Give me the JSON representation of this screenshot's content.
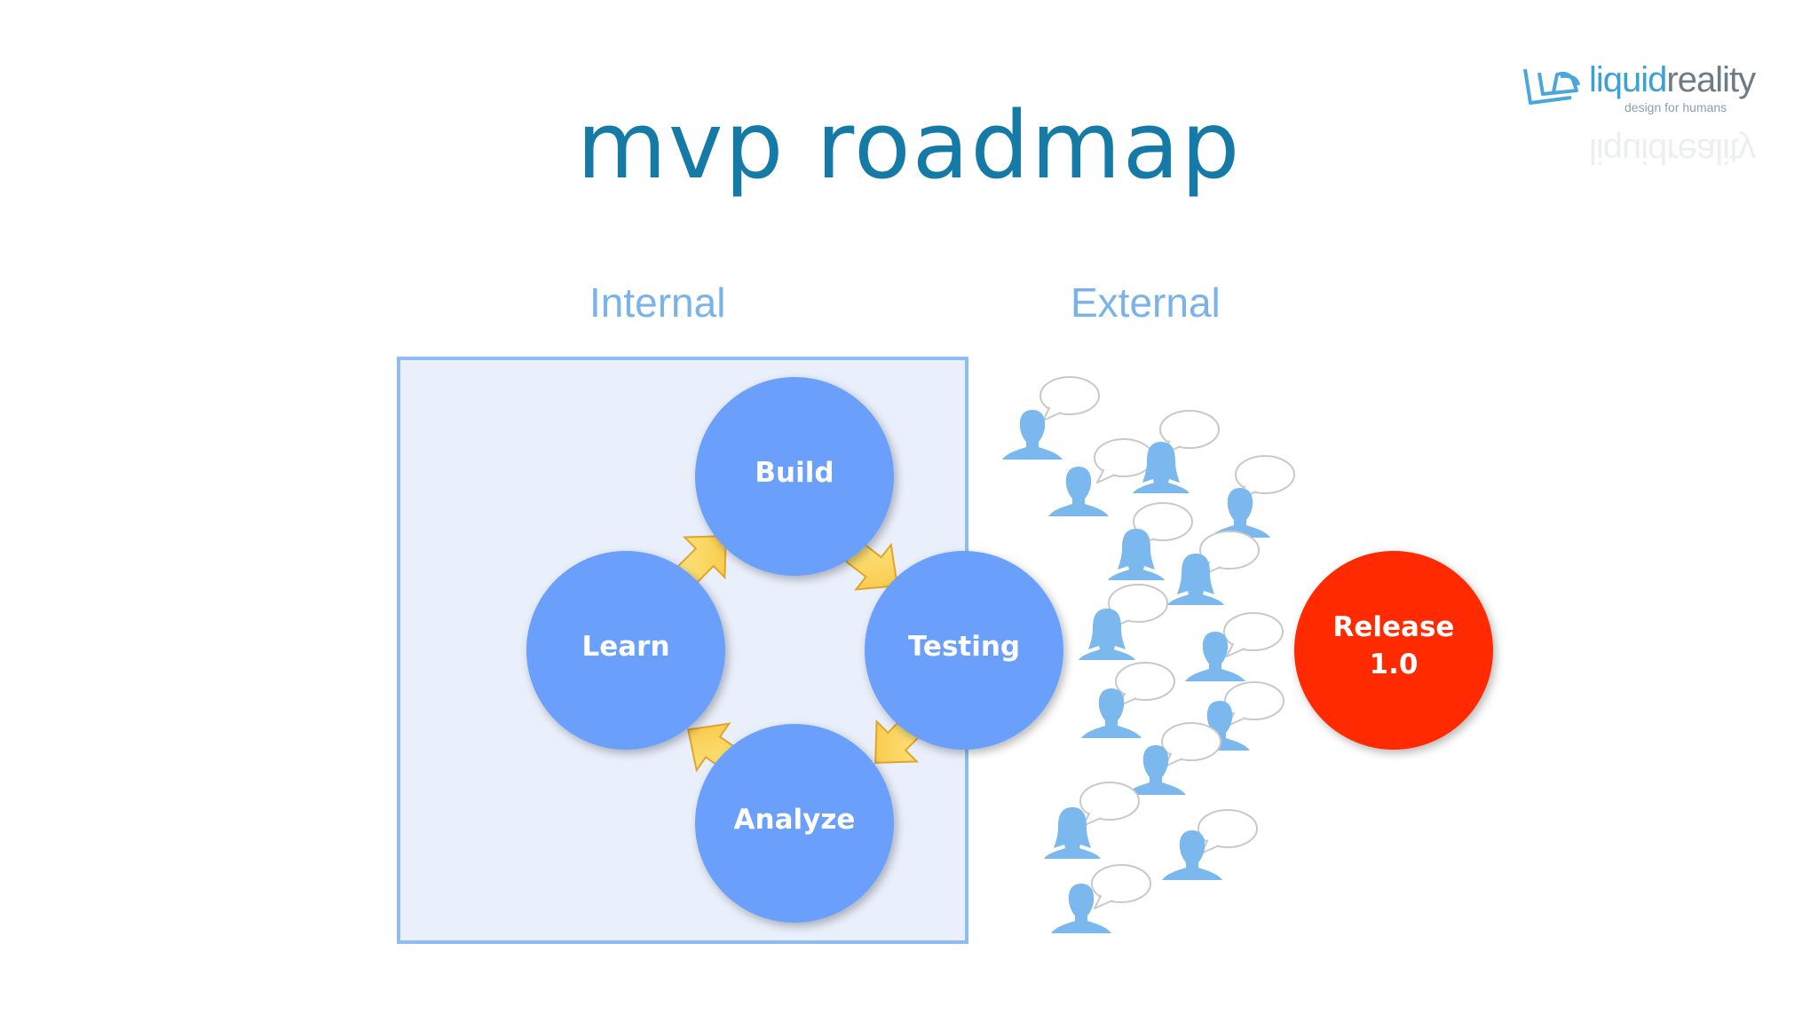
{
  "title": "mvp roadmap",
  "sections": {
    "internal": "Internal",
    "external": "External"
  },
  "logo": {
    "word_part1": "liquid",
    "word_part2": "reality",
    "tagline": "design for humans",
    "icon": "lr-logo-icon"
  },
  "cycle": {
    "nodes": {
      "build": "Build",
      "testing": "Testing",
      "analyze": "Analyze",
      "learn": "Learn"
    }
  },
  "release": {
    "line1": "Release",
    "line2": "1.0"
  },
  "colors": {
    "title": "#157ba6",
    "label": "#79b3ea",
    "node": "#6aa0fb",
    "box_fill": "#e9effb",
    "box_border": "#8dbdf2",
    "arrow": "#ffd85a",
    "release": "#ff2a00",
    "people": "#7ab8ee"
  },
  "icons": {
    "person": "person-icon",
    "speech": "speech-bubble-icon"
  }
}
